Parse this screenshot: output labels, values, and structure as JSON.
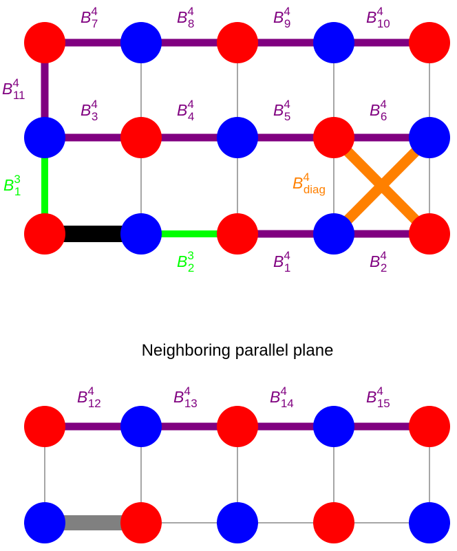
{
  "colors": {
    "site_red": "#ff0000",
    "site_blue": "#0000ff",
    "bond_purple": "#800080",
    "bond_green": "#00ff00",
    "bond_orange": "#ff8000",
    "bond_black": "#000000",
    "bond_gray": "#808080",
    "lattice_line": "#888888"
  },
  "top_lattice": {
    "row1_sites": [
      "red",
      "blue",
      "red",
      "blue",
      "red"
    ],
    "row2_sites": [
      "blue",
      "red",
      "blue",
      "red",
      "blue"
    ],
    "row3_sites": [
      "red",
      "blue",
      "red",
      "blue",
      "red"
    ],
    "labels": {
      "B7": {
        "base": "B",
        "sup": "4",
        "sub": "7"
      },
      "B8": {
        "base": "B",
        "sup": "4",
        "sub": "8"
      },
      "B9": {
        "base": "B",
        "sup": "4",
        "sub": "9"
      },
      "B10": {
        "base": "B",
        "sup": "4",
        "sub": "10"
      },
      "B11": {
        "base": "B",
        "sup": "4",
        "sub": "11"
      },
      "B3": {
        "base": "B",
        "sup": "4",
        "sub": "3"
      },
      "B4": {
        "base": "B",
        "sup": "4",
        "sub": "4"
      },
      "B5": {
        "base": "B",
        "sup": "4",
        "sub": "5"
      },
      "B6": {
        "base": "B",
        "sup": "4",
        "sub": "6"
      },
      "B31": {
        "base": "B",
        "sup": "3",
        "sub": "1"
      },
      "Bdiag": {
        "base": "B",
        "sup": "4",
        "sub": "diag"
      },
      "B32": {
        "base": "B",
        "sup": "3",
        "sub": "2"
      },
      "B1": {
        "base": "B",
        "sup": "4",
        "sub": "1"
      },
      "B2": {
        "base": "B",
        "sup": "4",
        "sub": "2"
      }
    }
  },
  "neighbor_plane": {
    "title": "Neighboring parallel plane",
    "row1_sites": [
      "red",
      "blue",
      "red",
      "blue",
      "red"
    ],
    "row2_sites": [
      "blue",
      "red",
      "blue",
      "red",
      "blue"
    ],
    "labels": {
      "B12": {
        "base": "B",
        "sup": "4",
        "sub": "12"
      },
      "B13": {
        "base": "B",
        "sup": "4",
        "sub": "13"
      },
      "B14": {
        "base": "B",
        "sup": "4",
        "sub": "14"
      },
      "B15": {
        "base": "B",
        "sup": "4",
        "sub": "15"
      }
    }
  }
}
